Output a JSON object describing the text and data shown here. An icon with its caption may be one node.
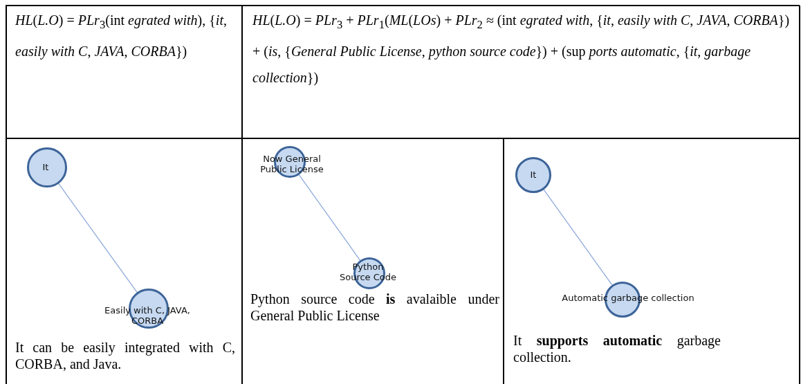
{
  "diagram": {
    "nodes": [
      {
        "text": [
          "It"
        ]
      },
      {
        "text": [
          "Easily with C, JAVA, CORBA"
        ]
      },
      {
        "text": [
          "Now General Public License"
        ]
      },
      {
        "text": [
          "Python Source Code"
        ]
      },
      {
        "text": [
          "It"
        ]
      },
      {
        "text": [
          "Automatic garbage collection"
        ]
      }
    ],
    "edges": [
      {
        "from": 0,
        "to": 1,
        "arrow": "none"
      },
      {
        "from": 2,
        "to": 3,
        "arrow": "none"
      },
      {
        "from": 4,
        "to": 5,
        "arrow": "none"
      }
    ],
    "labels": [
      "*HL*(*L.O*) = *PLr*$_{3}$(int *egrated with*), {*it*, *easily with C*, *JAVA*, *CORBA*})",
      "*HL*(*L.O*) = *PLr*$_{3}$ + *PLr*$_{1}$(*ML*(*LOs*) + *PLr*$_{2}$ ≈ (int *egrated with*, {*it*, *easily with C*, *JAVA*, *CORBA*}) + (*is*, {*General Public License*, *python source code*}) + (sup *ports automatic*, {*it*, *garbage collection*})",
      "It can be easily integrated with C, CORBA, and Java.",
      "Python source code **is** avalaible under General Public License",
      "It **supports automatic** garbage collection."
    ]
  }
}
